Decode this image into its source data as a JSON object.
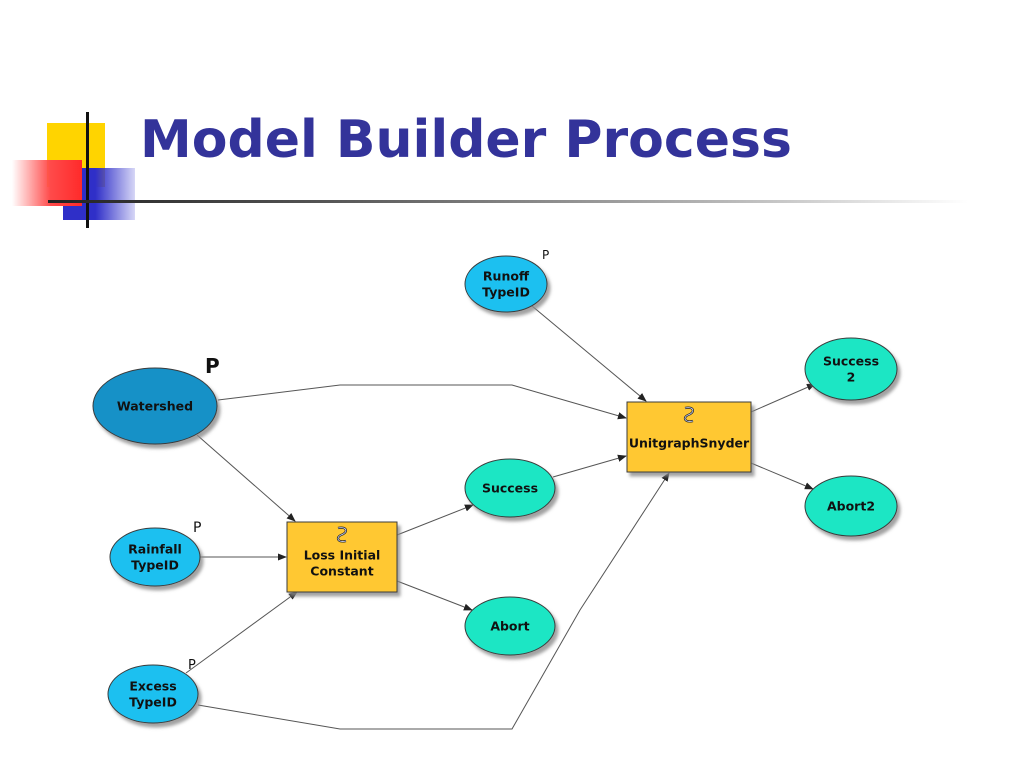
{
  "slide": {
    "title": "Model Builder Process"
  },
  "colors": {
    "title": "#33339a",
    "input_node": "#1fc0f0",
    "watershed_node": "#1891c7",
    "output_node": "#1ce6c4",
    "process_box": "#ffc832",
    "connector": "#555555",
    "deco_yellow": "#ffd400",
    "deco_blue": "#3535c8",
    "deco_red": "#ff3030"
  },
  "diagram": {
    "parameter_marker": "P",
    "nodes": {
      "runoff": {
        "lines": [
          "Runoff",
          "TypeID"
        ],
        "kind": "input",
        "parameter": true,
        "icon": "tool-script-icon"
      },
      "watershed": {
        "lines": [
          "Watershed"
        ],
        "kind": "input",
        "parameter": true
      },
      "rainfall": {
        "lines": [
          "Rainfall",
          "TypeID"
        ],
        "kind": "input",
        "parameter": true
      },
      "excess": {
        "lines": [
          "Excess",
          "TypeID"
        ],
        "kind": "input",
        "parameter": true
      },
      "loss": {
        "lines": [
          "Loss Initial",
          "Constant"
        ],
        "kind": "process",
        "icon": "tool-script-icon"
      },
      "unitgraph": {
        "lines": [
          "UnitgraphSnyder"
        ],
        "kind": "process",
        "icon": "tool-script-icon"
      },
      "success": {
        "lines": [
          "Success"
        ],
        "kind": "output"
      },
      "abort": {
        "lines": [
          "Abort"
        ],
        "kind": "output"
      },
      "success2": {
        "lines": [
          "Success",
          "2"
        ],
        "kind": "output"
      },
      "abort2": {
        "lines": [
          "Abort2"
        ],
        "kind": "output"
      }
    },
    "edges": [
      [
        "watershed",
        "loss"
      ],
      [
        "rainfall",
        "loss"
      ],
      [
        "excess",
        "loss"
      ],
      [
        "loss",
        "success"
      ],
      [
        "loss",
        "abort"
      ],
      [
        "success",
        "unitgraph"
      ],
      [
        "runoff",
        "unitgraph"
      ],
      [
        "watershed",
        "unitgraph"
      ],
      [
        "excess",
        "unitgraph"
      ],
      [
        "unitgraph",
        "success2"
      ],
      [
        "unitgraph",
        "abort2"
      ]
    ]
  }
}
